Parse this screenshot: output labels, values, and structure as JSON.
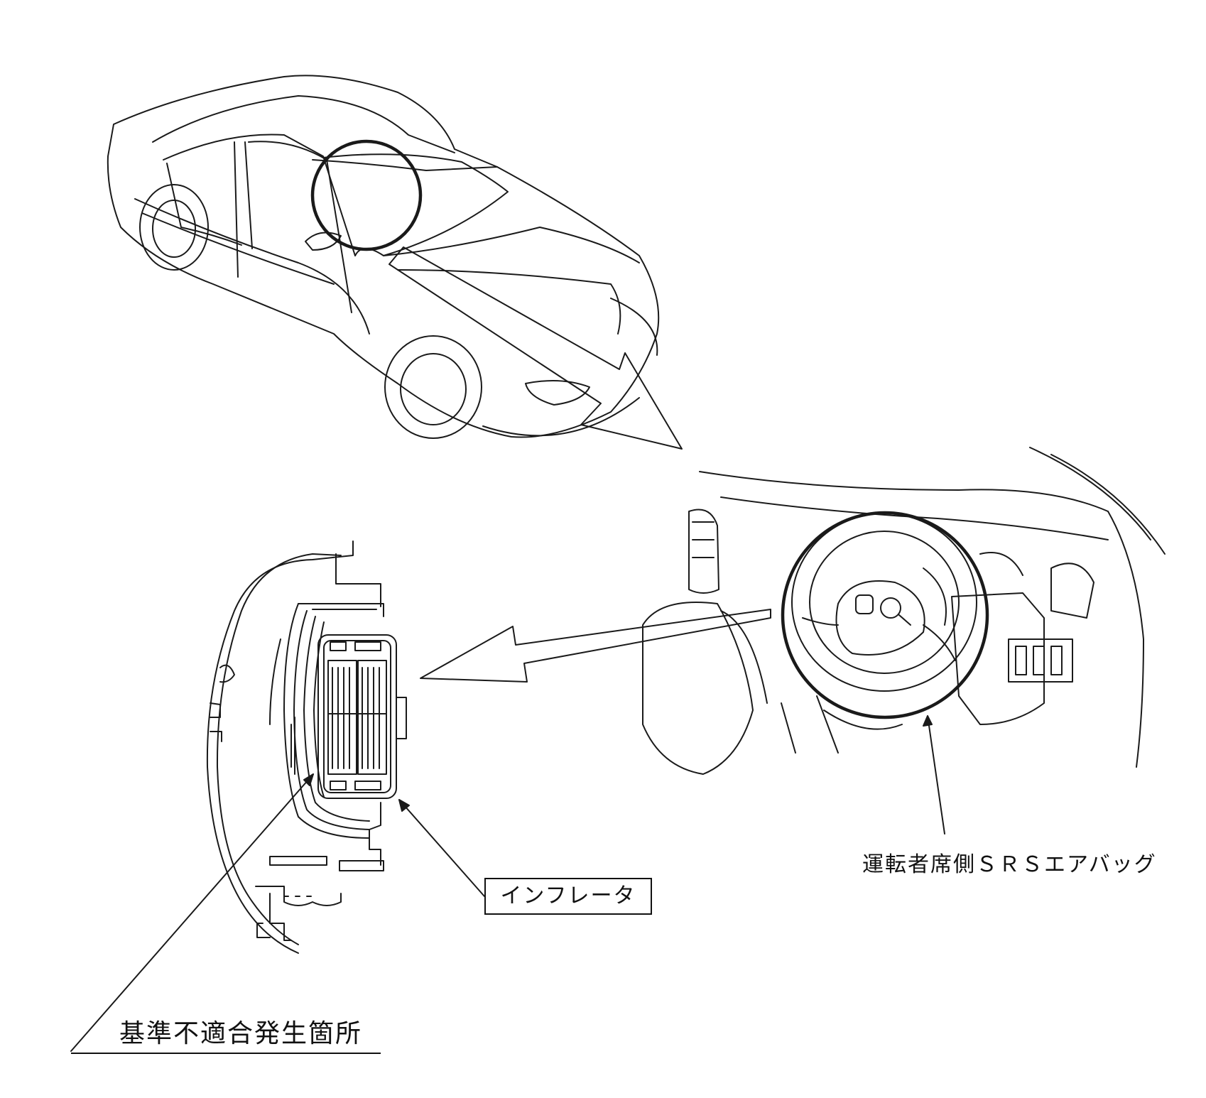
{
  "labels": {
    "inflator": "インフレータ",
    "driver_airbag": "運転者席側ＳＲＳエアバッグ",
    "nonconformity_location": "基準不適合発生箇所"
  }
}
